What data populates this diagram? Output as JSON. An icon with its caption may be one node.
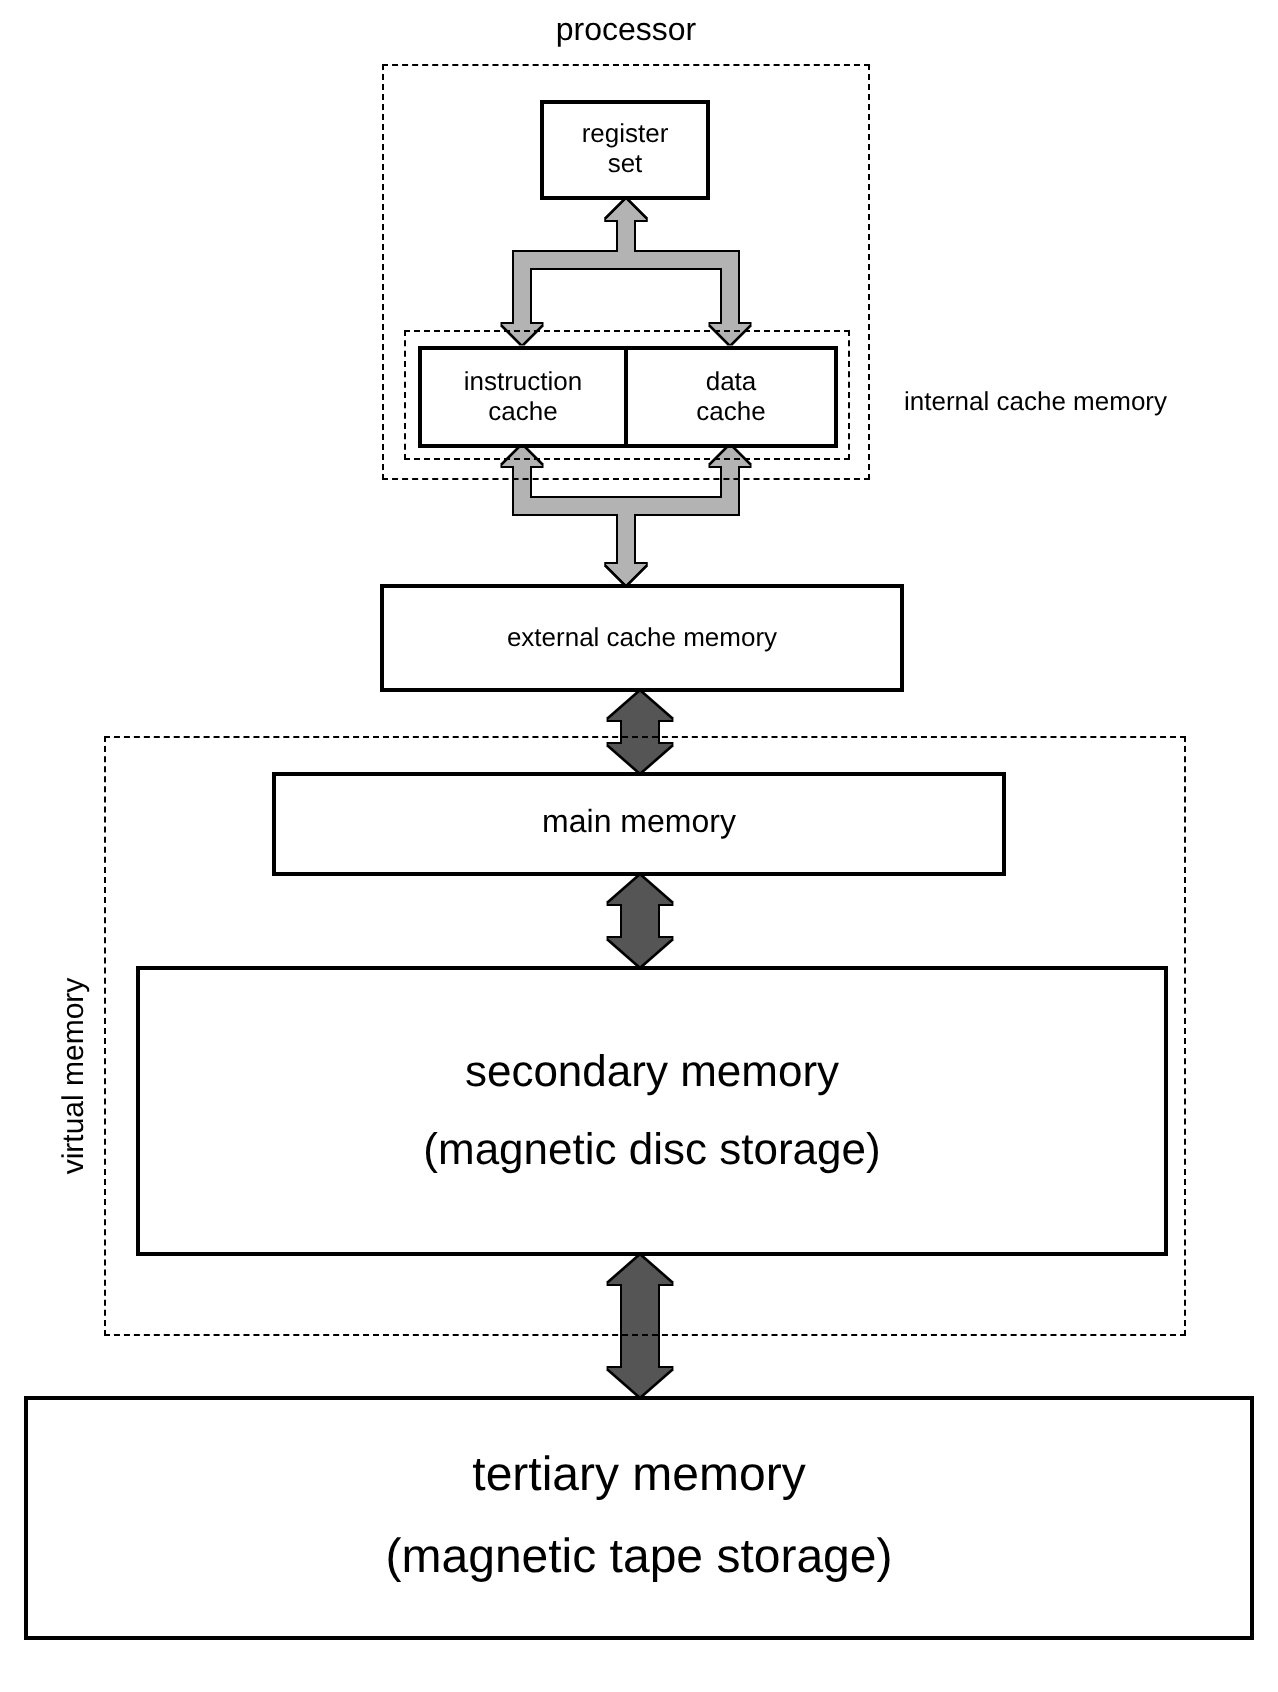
{
  "diagram": {
    "nodes": [
      {
        "text": [
          "processor"
        ]
      },
      {
        "text": [
          "register set"
        ],
        "in": 0
      },
      {
        "text": [],
        "shape": "box",
        "in": 0,
        "beside": [
          "internal cache memory"
        ]
      },
      {
        "text": [
          "instruction cache"
        ],
        "in": 2
      },
      {
        "text": [
          "data cache"
        ],
        "in": 2
      },
      {
        "text": [
          "external cache memory"
        ]
      },
      {
        "text": [
          "virtual memory"
        ]
      },
      {
        "text": [
          "main memory"
        ],
        "in": 6
      },
      {
        "text": [
          "secondary memory (magnetic disc storage)"
        ],
        "in": 6
      },
      {
        "text": [
          "tertiary memory (magnetic tape storage)"
        ]
      }
    ],
    "edges": [
      {
        "from": 1,
        "to": 3,
        "arrow": "both"
      },
      {
        "from": 1,
        "to": 4,
        "arrow": "both"
      },
      {
        "from": 3,
        "to": 5,
        "arrow": "both"
      },
      {
        "from": 4,
        "to": 5,
        "arrow": "both"
      },
      {
        "from": 5,
        "to": 7,
        "arrow": "both",
        "style": "thick",
        "color": "#555555"
      },
      {
        "from": 7,
        "to": 8,
        "arrow": "both",
        "style": "thick",
        "color": "#555555"
      },
      {
        "from": 8,
        "to": 9,
        "arrow": "both",
        "style": "thick",
        "color": "#555555"
      }
    ]
  }
}
